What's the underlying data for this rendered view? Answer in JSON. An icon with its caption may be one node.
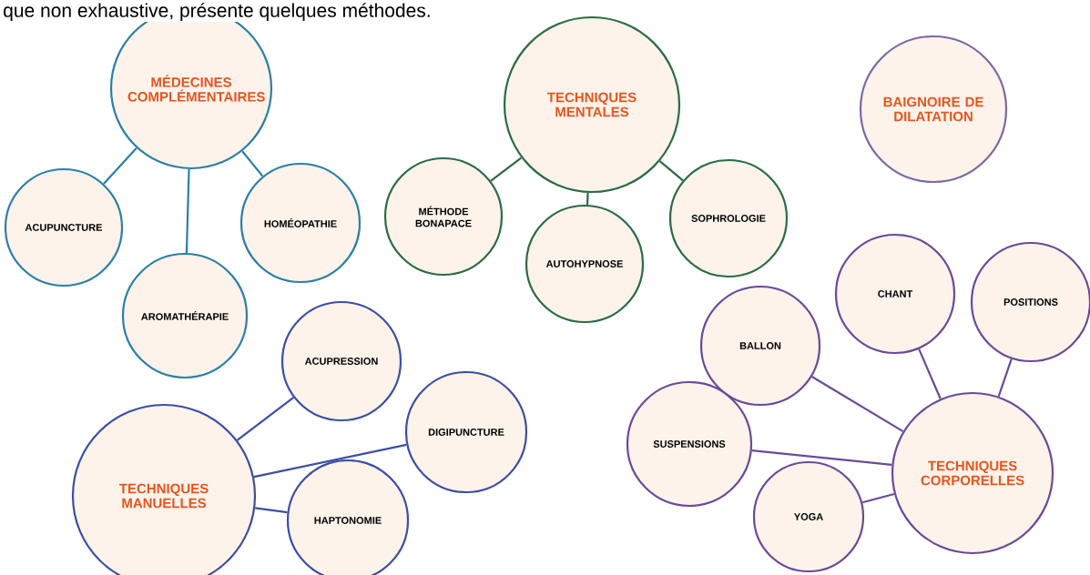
{
  "diagram": {
    "nodes": [
      {
        "text": [
          "MÉDECINES COMPLÉMENTAIRES"
        ]
      },
      {
        "text": [
          "ACUPUNCTURE"
        ]
      },
      {
        "text": [
          "AROMATHÉRAPIE"
        ]
      },
      {
        "text": [
          "HOMÉOPATHIE"
        ]
      },
      {
        "text": [
          "TECHNIQUES MENTALES"
        ]
      },
      {
        "text": [
          "MÉTHODE BONAPACE"
        ]
      },
      {
        "text": [
          "AUTOHYPNOSE"
        ]
      },
      {
        "text": [
          "SOPHROLOGIE"
        ]
      },
      {
        "text": [
          "BAIGNOIRE DE DILATATION"
        ]
      },
      {
        "text": [
          "ACUPRESSION"
        ]
      },
      {
        "text": [
          "DIGIPUNCTURE"
        ]
      },
      {
        "text": [
          "TECHNIQUES MANUELLES"
        ]
      },
      {
        "text": [
          "HAPTONOMIE"
        ]
      },
      {
        "text": [
          "CHANT"
        ]
      },
      {
        "text": [
          "POSITIONS"
        ]
      },
      {
        "text": [
          "BALLON"
        ]
      },
      {
        "text": [
          "SUSPENSIONS"
        ]
      },
      {
        "text": [
          "TECHNIQUES CORPORELLES"
        ]
      },
      {
        "text": [
          "YOGA"
        ]
      }
    ],
    "edges": [
      {
        "from": 0,
        "to": 1,
        "arrow": "none",
        "color": "#2b7fa8"
      },
      {
        "from": 0,
        "to": 2,
        "arrow": "none",
        "color": "#2b7fa8"
      },
      {
        "from": 0,
        "to": 3,
        "arrow": "none",
        "color": "#2b7fa8"
      },
      {
        "from": 4,
        "to": 5,
        "arrow": "none",
        "color": "#2a6b45"
      },
      {
        "from": 4,
        "to": 6,
        "arrow": "none",
        "color": "#2a6b45"
      },
      {
        "from": 4,
        "to": 7,
        "arrow": "none",
        "color": "#2a6b45"
      },
      {
        "from": 11,
        "to": 9,
        "arrow": "none",
        "color": "#3b4fa3"
      },
      {
        "from": 11,
        "to": 10,
        "arrow": "none",
        "color": "#3b4fa3"
      },
      {
        "from": 11,
        "to": 12,
        "arrow": "none",
        "color": "#3b4fa3"
      },
      {
        "from": 17,
        "to": 13,
        "arrow": "none"
      },
      {
        "from": 17,
        "to": 14,
        "arrow": "none"
      },
      {
        "from": 17,
        "to": 15,
        "arrow": "none"
      },
      {
        "from": 17,
        "to": 16,
        "arrow": "none"
      },
      {
        "from": 17,
        "to": 18,
        "arrow": "none"
      }
    ],
    "labels": [
      "que non exhaustive, présente quelques méthodes."
    ]
  }
}
